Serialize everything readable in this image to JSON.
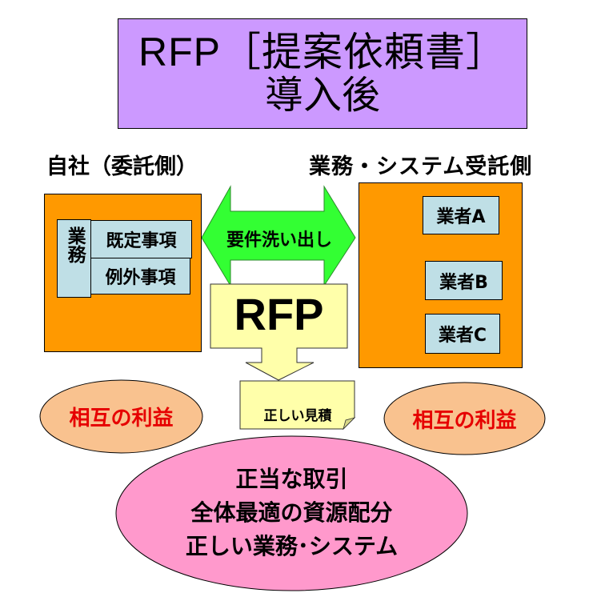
{
  "title": {
    "line1": "RFP［提案依頼書］",
    "line2": "導入後",
    "background_color": "#cc99ff"
  },
  "client_side": {
    "label": "自社（委託側）",
    "box_color": "#ff9900",
    "business_label": "業務",
    "items": [
      "既定事項",
      "例外事項"
    ]
  },
  "vendor_side": {
    "label": "業務・システム受託側",
    "box_color": "#ff9900",
    "vendors": [
      "業者A",
      "業者B",
      "業者C"
    ]
  },
  "requirements_arrow": {
    "label": "要件洗い出し",
    "color": "#33ff33",
    "direction": "bidirectional"
  },
  "rfp_callout": {
    "label": "RFP",
    "color": "#ffffaa"
  },
  "estimate_note": {
    "label": "正しい見積"
  },
  "benefits": {
    "left": "相互の利益",
    "right": "相互の利益",
    "fill_color": "#f9c28f",
    "text_color": "#e60000"
  },
  "outcome": {
    "lines": [
      "正当な取引",
      "全体最適の資源配分",
      "正しい業務･システム"
    ],
    "fill_color": "#ff99cc"
  }
}
